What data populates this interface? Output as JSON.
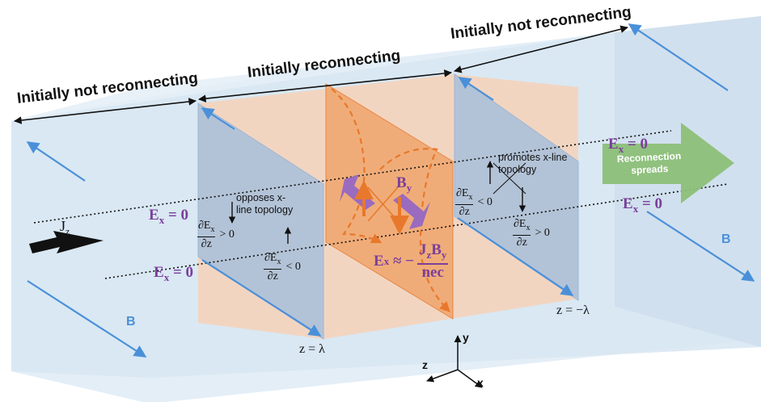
{
  "regions": {
    "left": "Initially not reconnecting",
    "middle": "Initially reconnecting",
    "right": "Initially not reconnecting"
  },
  "ex_zero": {
    "base": "E",
    "sub": "x",
    "rest": " = 0"
  },
  "notes": {
    "opposes": "opposes x-line topology",
    "promotes": "promotes x-line topology"
  },
  "derivative": {
    "num": "∂E",
    "num_sub": "x",
    "den": "∂z",
    "gt": "> 0",
    "lt": "< 0"
  },
  "ohm": {
    "lhs_base": "E",
    "lhs_sub": "x",
    "approx": "≈ −",
    "num_j": "J",
    "num_j_sub": "z",
    "num_b": "B",
    "num_b_sub": "y",
    "den": "nec"
  },
  "by_label": {
    "base": "B",
    "sub": "y"
  },
  "jz_label": {
    "base": "J",
    "sub": "z"
  },
  "b_label": "B",
  "z_labels": {
    "plus": "z = λ",
    "minus": "z = −λ"
  },
  "spread_label": {
    "line1": "Reconnection",
    "line2": "spreads"
  },
  "axes": {
    "y": "y",
    "z": "z",
    "x": "x"
  },
  "colors": {
    "box_face": "#dce9f4",
    "box_edge": "#b8cfe4",
    "orange_region": "#f4d3bb",
    "orange_plane": "#f0a56c",
    "blue_plane": "#a9c1dc",
    "field_arrow": "#4a90d9",
    "dashed_orange": "#e8782c",
    "purple": "#7a3f9d",
    "green": "#8cbf77"
  }
}
